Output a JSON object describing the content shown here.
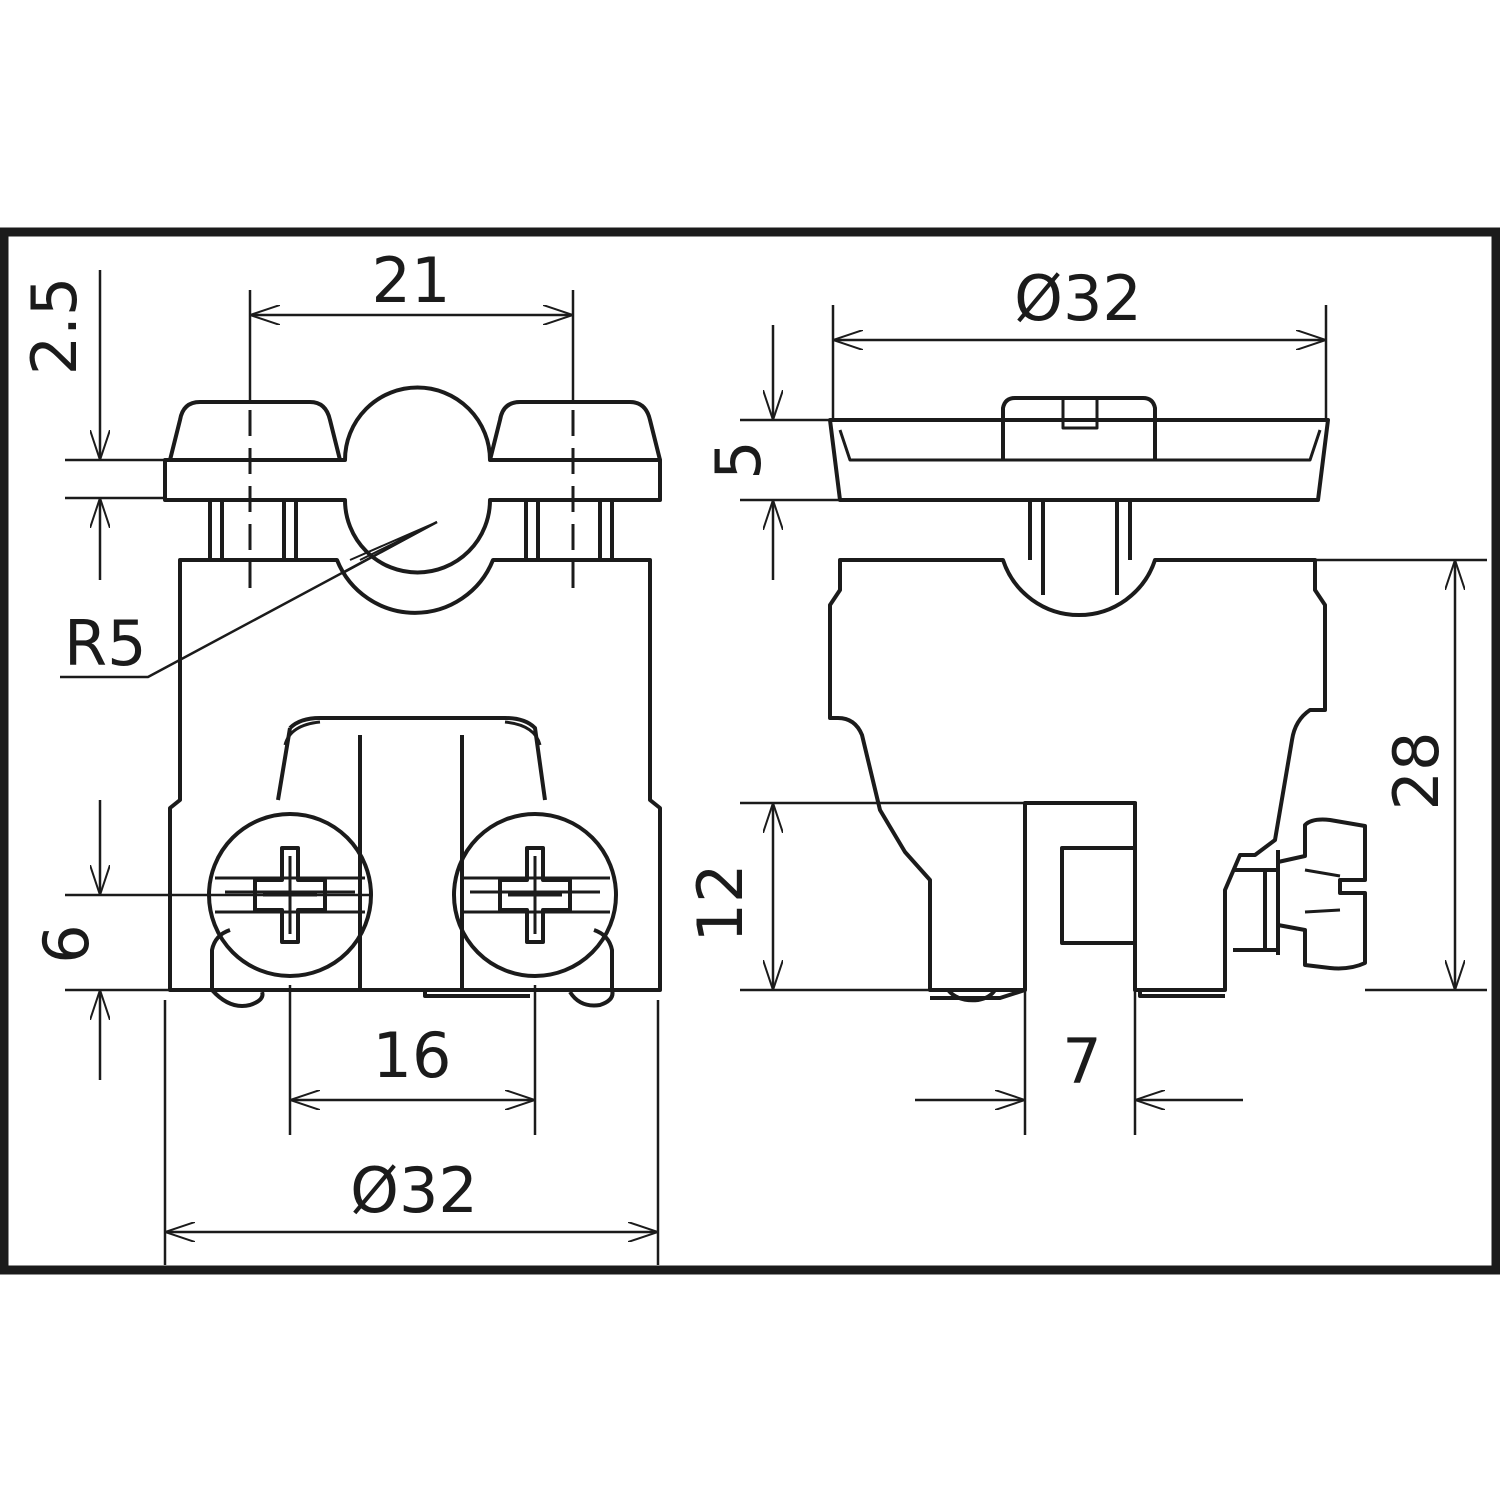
{
  "colors": {
    "line": "#1b1b1b",
    "background": "#ffffff"
  },
  "front_view": {
    "dim_top_width": "21",
    "dim_top_thickness": "2.5",
    "dim_radius": "R5",
    "dim_screw_height": "6",
    "dim_screw_spacing": "16",
    "dim_overall_diameter": "Ø32"
  },
  "side_view": {
    "dim_overall_diameter": "Ø32",
    "dim_top_thickness": "5",
    "dim_body_height": "28",
    "dim_lower_height": "12",
    "dim_slot_width": "7"
  }
}
